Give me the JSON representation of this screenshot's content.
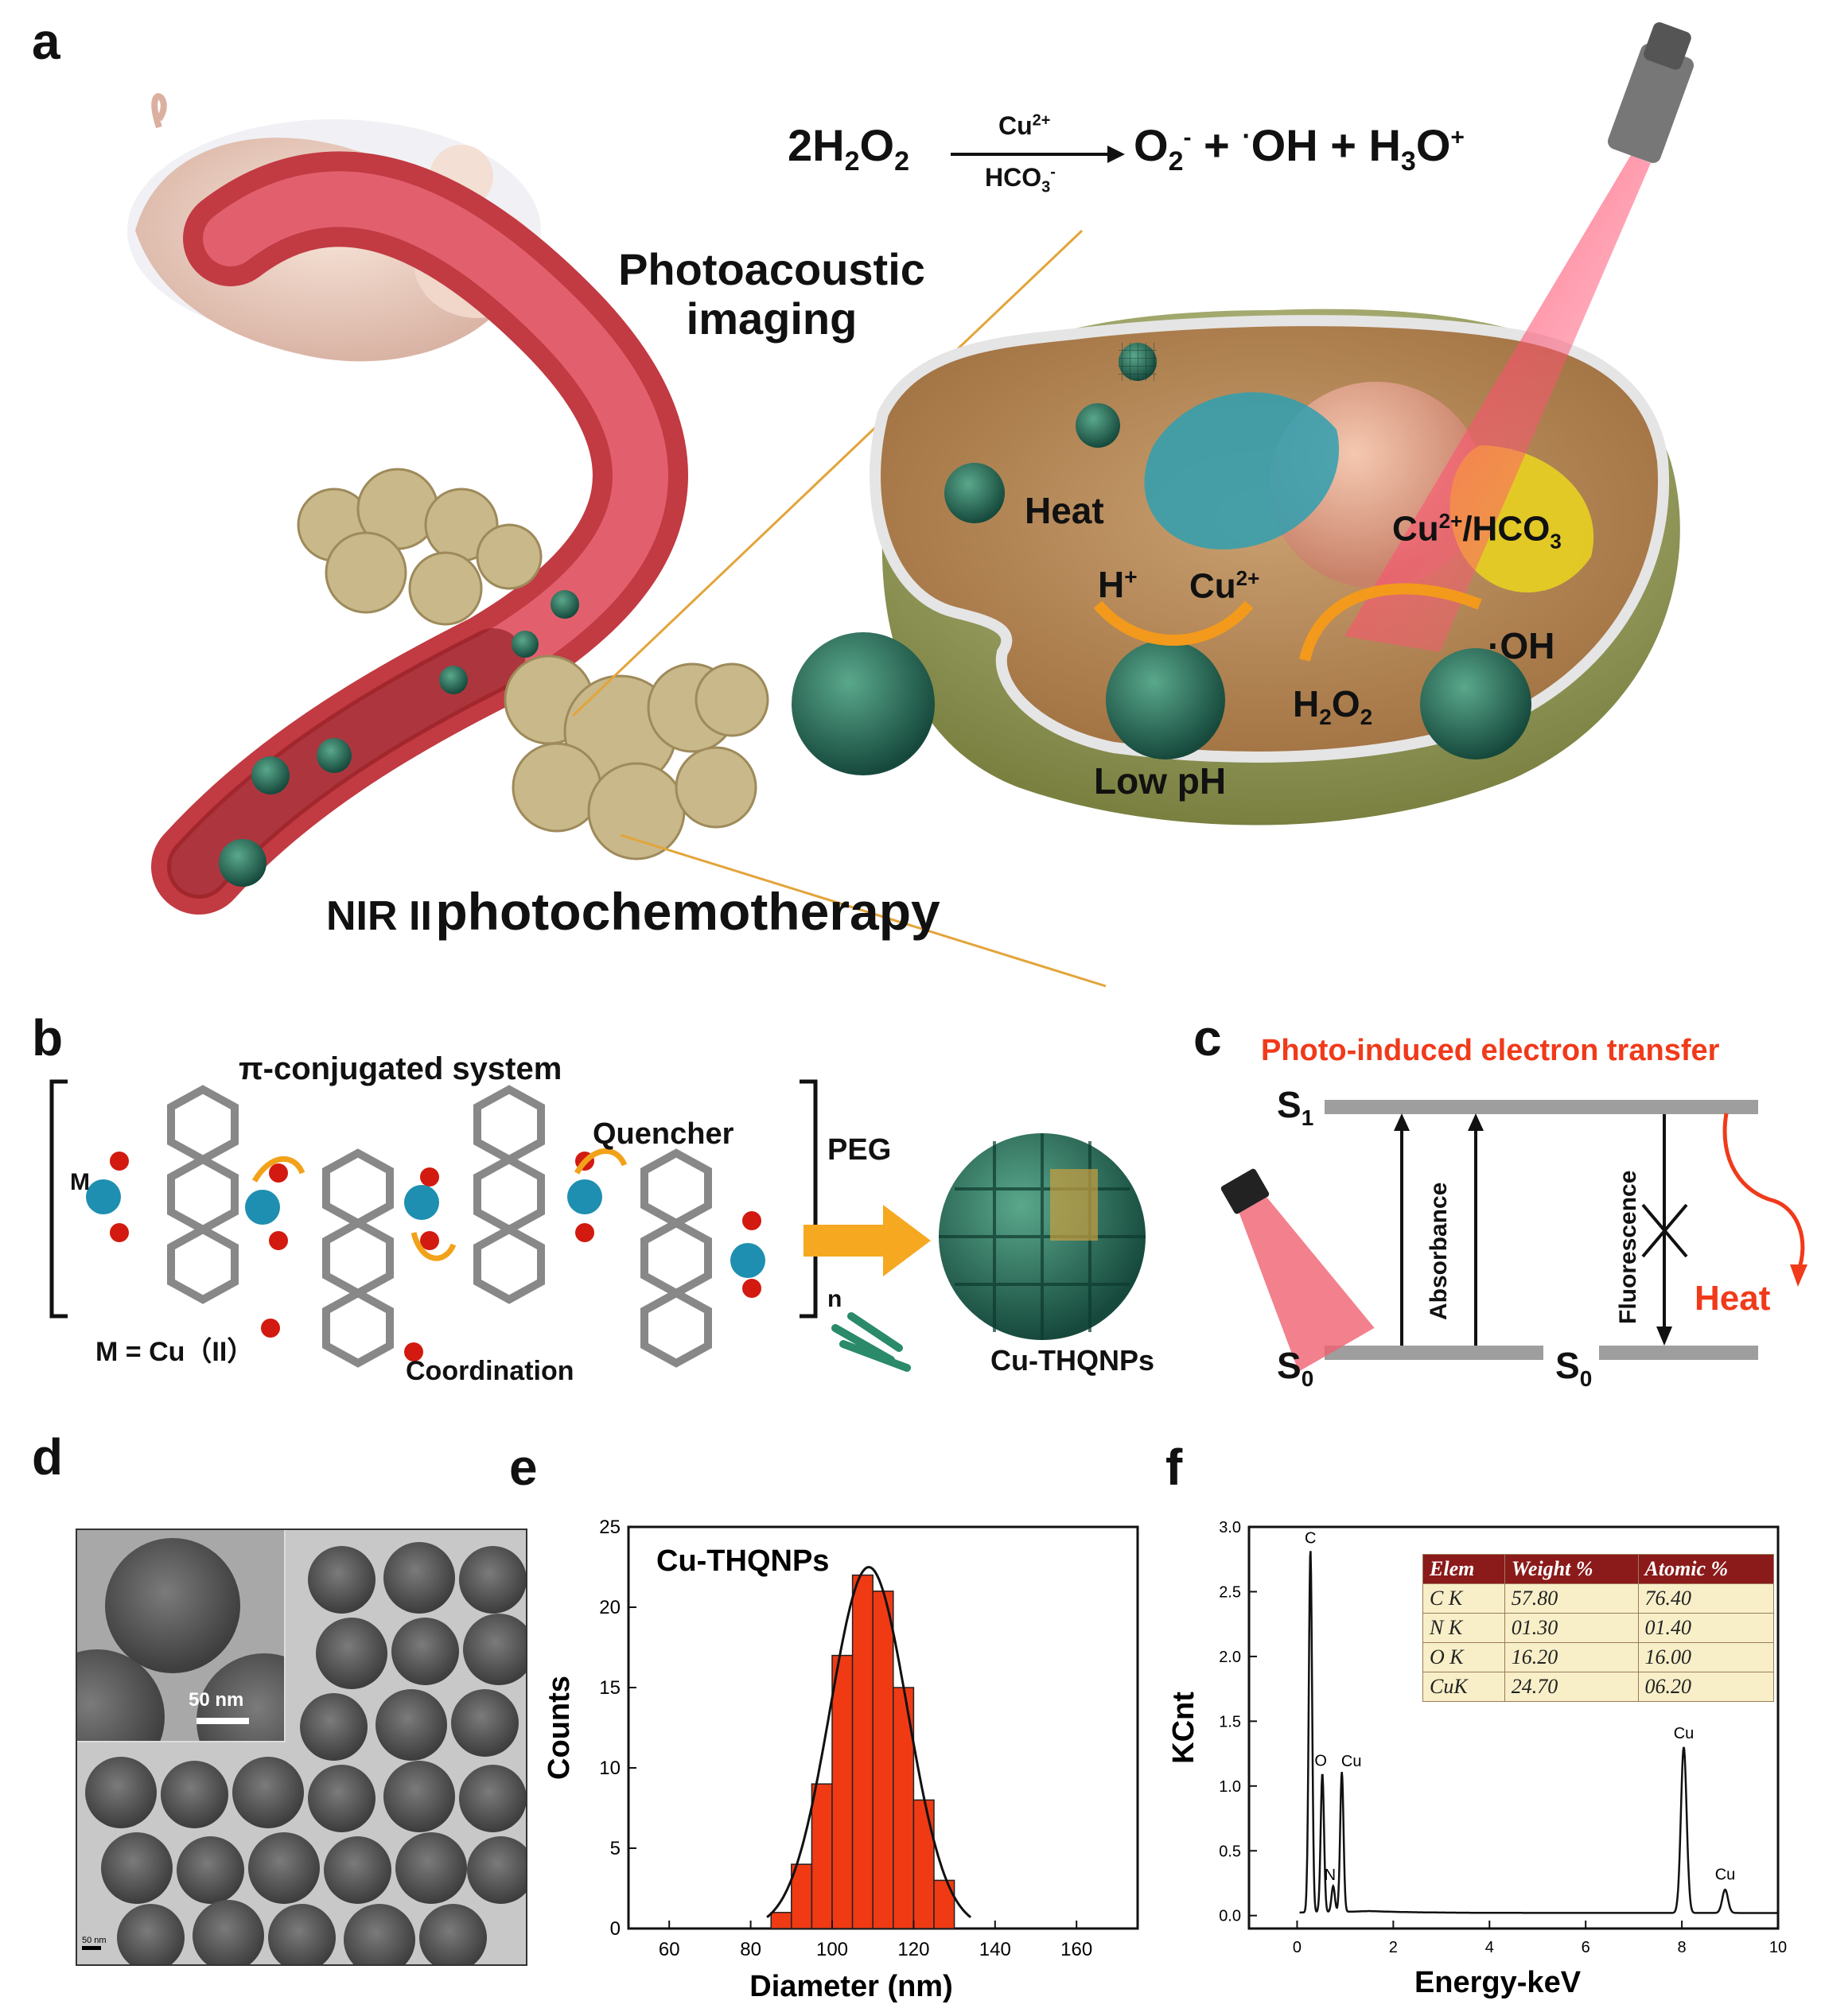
{
  "panels": {
    "a": "a",
    "b": "b",
    "c": "c",
    "d": "d",
    "e": "e",
    "f": "f"
  },
  "panel_a": {
    "equation": {
      "left": "2H",
      "left_sub": "2",
      "left_o": "O",
      "left_sub2": "2",
      "cat_top": "Cu",
      "cat_top_sup": "2+",
      "cat_bottom": "HCO",
      "cat_bottom_sub": "3",
      "cat_bottom_sup": "-",
      "p1": "O",
      "p1_sub": "2",
      "p1_sup": "-",
      "plus1": "+",
      "p2_dot": "·",
      "p2": "OH",
      "plus2": "+",
      "p3": "H",
      "p3_sub": "3",
      "p3_o": "O",
      "p3_sup": "+"
    },
    "photoacoustic_line1": "Photoacoustic",
    "photoacoustic_line2": "imaging",
    "heat": "Heat",
    "h_plus": "H",
    "h_plus_sup": "+",
    "cu2": "Cu",
    "cu2_sup": "2+",
    "cu_hco3": "Cu",
    "cu_hco3_sup": "2+",
    "cu_hco3_rest": "/HCO",
    "cu_hco3_sub": "3",
    "oh": "·OH",
    "h2o2": "H",
    "h2o2_sub": "2",
    "h2o2_o": "O",
    "h2o2_sub2": "2",
    "low_ph": "Low pH",
    "nir": "NIR II",
    "photochemo": "photochemotherapy"
  },
  "panel_b": {
    "title": "π-conjugated system",
    "quencher": "Quencher",
    "m": "M",
    "m_def": "M = Cu（II）",
    "coordination": "Coordination",
    "n": "n",
    "peg": "PEG",
    "np_label": "Cu-THQNPs"
  },
  "panel_c": {
    "title": "Photo-induced electron transfer",
    "s1": "S",
    "s1_sub": "1",
    "s0a": "S",
    "s0a_sub": "0",
    "s0b": "S",
    "s0b_sub": "0",
    "absorbance": "Absorbance",
    "fluorescence": "Fluorescence",
    "heat": "Heat"
  },
  "panel_d": {
    "scale_inset": "50 nm",
    "scale_main": "50 nm"
  },
  "chart_data": [
    {
      "type": "bar",
      "title": "Cu-THQNPs",
      "xlabel": "Diameter (nm)",
      "ylabel": "Counts",
      "xlim": [
        50,
        175
      ],
      "ylim": [
        0,
        25
      ],
      "xticks": [
        60,
        80,
        100,
        120,
        140,
        160
      ],
      "yticks": [
        0,
        5,
        10,
        15,
        20,
        25
      ],
      "x": [
        87.5,
        92.5,
        97.5,
        102.5,
        107.5,
        112.5,
        117.5,
        122.5,
        127.5
      ],
      "values": [
        1,
        4,
        9,
        17,
        22,
        21,
        15,
        8,
        3
      ],
      "fit": "gaussian",
      "fit_center": 109,
      "fit_peak": 22.5,
      "fit_sigma": 9.5
    },
    {
      "type": "line",
      "xlabel": "Energy-keV",
      "ylabel": "KCnt",
      "xlim": [
        -1,
        10
      ],
      "ylim": [
        -0.1,
        3.0
      ],
      "xticks": [
        0,
        2,
        4,
        6,
        8,
        10
      ],
      "yticks": [
        0.0,
        0.5,
        1.0,
        1.5,
        2.0,
        2.5,
        3.0
      ],
      "peaks": [
        {
          "label": "C",
          "x": 0.277,
          "y": 2.8
        },
        {
          "label": "O",
          "x": 0.525,
          "y": 1.07
        },
        {
          "label": "N",
          "x": 0.75,
          "y": 0.2
        },
        {
          "label": "Cu",
          "x": 0.93,
          "y": 1.08
        },
        {
          "label": "Cu",
          "x": 8.04,
          "y": 1.28
        },
        {
          "label": "Cu",
          "x": 8.9,
          "y": 0.18
        }
      ],
      "table": {
        "headers": [
          "Elem",
          "Weight %",
          "Atomic %"
        ],
        "rows": [
          [
            "C K",
            "57.80",
            "76.40"
          ],
          [
            "N K",
            "01.30",
            "01.40"
          ],
          [
            "O K",
            "16.20",
            "16.00"
          ],
          [
            "CuK",
            "24.70",
            "06.20"
          ]
        ]
      }
    }
  ]
}
